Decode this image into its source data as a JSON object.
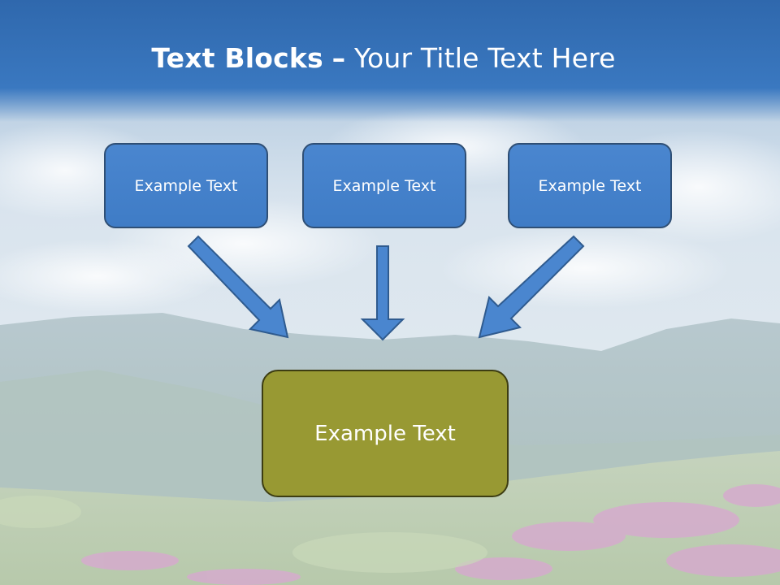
{
  "slide": {
    "title_bold": "Text Blocks",
    "title_dash": "–",
    "title_rest": "Your Title Text Here"
  },
  "diagram": {
    "top_boxes": [
      {
        "label": "Example Text"
      },
      {
        "label": "Example Text"
      },
      {
        "label": "Example Text"
      }
    ],
    "bottom_box": {
      "label": "Example Text"
    }
  },
  "colors": {
    "title_band": "#3470b8",
    "top_box_fill": "#4281cb",
    "top_box_border": "#2f4f75",
    "bottom_box_fill": "#989933",
    "bottom_box_border": "#3d3d12",
    "arrow_fill": "#4a86cf",
    "arrow_border": "#2f5b8f"
  }
}
